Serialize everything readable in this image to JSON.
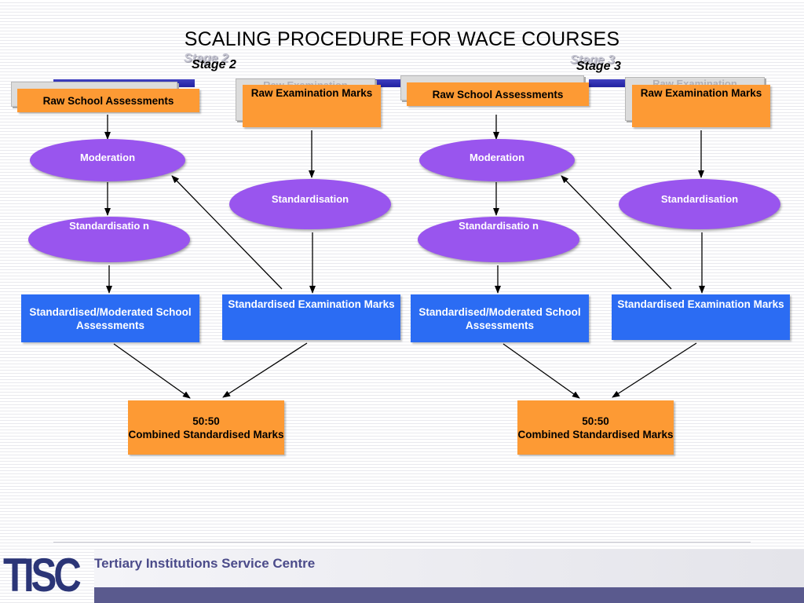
{
  "title": "SCALING PROCEDURE FOR WACE COURSES",
  "stages": {
    "stage2": "Stage 2",
    "stage3": "Stage 3"
  },
  "ghost_labels": {
    "raw_exam": "Raw Examination"
  },
  "boxes": {
    "raw_school": "Raw School Assessments",
    "raw_exam": "Raw Examination Marks",
    "moderation": "Moderation",
    "standardisation_exam": "Standardisation",
    "standardisation_school": "Standardisatio n",
    "std_mod_school": "Standardised/Moderated School Assessments",
    "std_exam": "Standardised Examination Marks",
    "combined_line1": "50:50",
    "combined_line2": "Combined Standardised Marks"
  },
  "footer": {
    "logo": "TISC",
    "org_name": "Tertiary Institutions Service Centre"
  },
  "colors": {
    "orange": "#fd9a34",
    "blue": "#2b6cf3",
    "purple": "#9955ee",
    "footer_navy": "#5a5a8e"
  }
}
